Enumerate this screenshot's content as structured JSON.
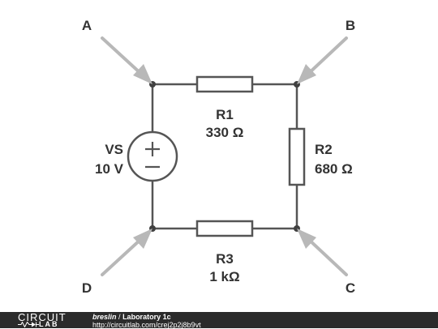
{
  "diagram": {
    "terminals": {
      "a": "A",
      "b": "B",
      "c": "C",
      "d": "D"
    },
    "components": {
      "r1": {
        "name": "R1",
        "value": "330 Ω"
      },
      "r2": {
        "name": "R2",
        "value": "680 Ω"
      },
      "r3": {
        "name": "R3",
        "value": "1 kΩ"
      },
      "vs": {
        "name": "VS",
        "value": "10 V"
      }
    },
    "colors": {
      "wire": "#555555",
      "arrow": "#b8b8b8",
      "node": "#404040",
      "footer": "#2b2b2b"
    }
  },
  "footer": {
    "logo_top": "CIRCUIT",
    "logo_bottom": "LAB",
    "author": "breslin",
    "separator": "/",
    "title": "Laboratory 1c",
    "url": "http://circuitlab.com/crej2p2j8b9vt"
  }
}
